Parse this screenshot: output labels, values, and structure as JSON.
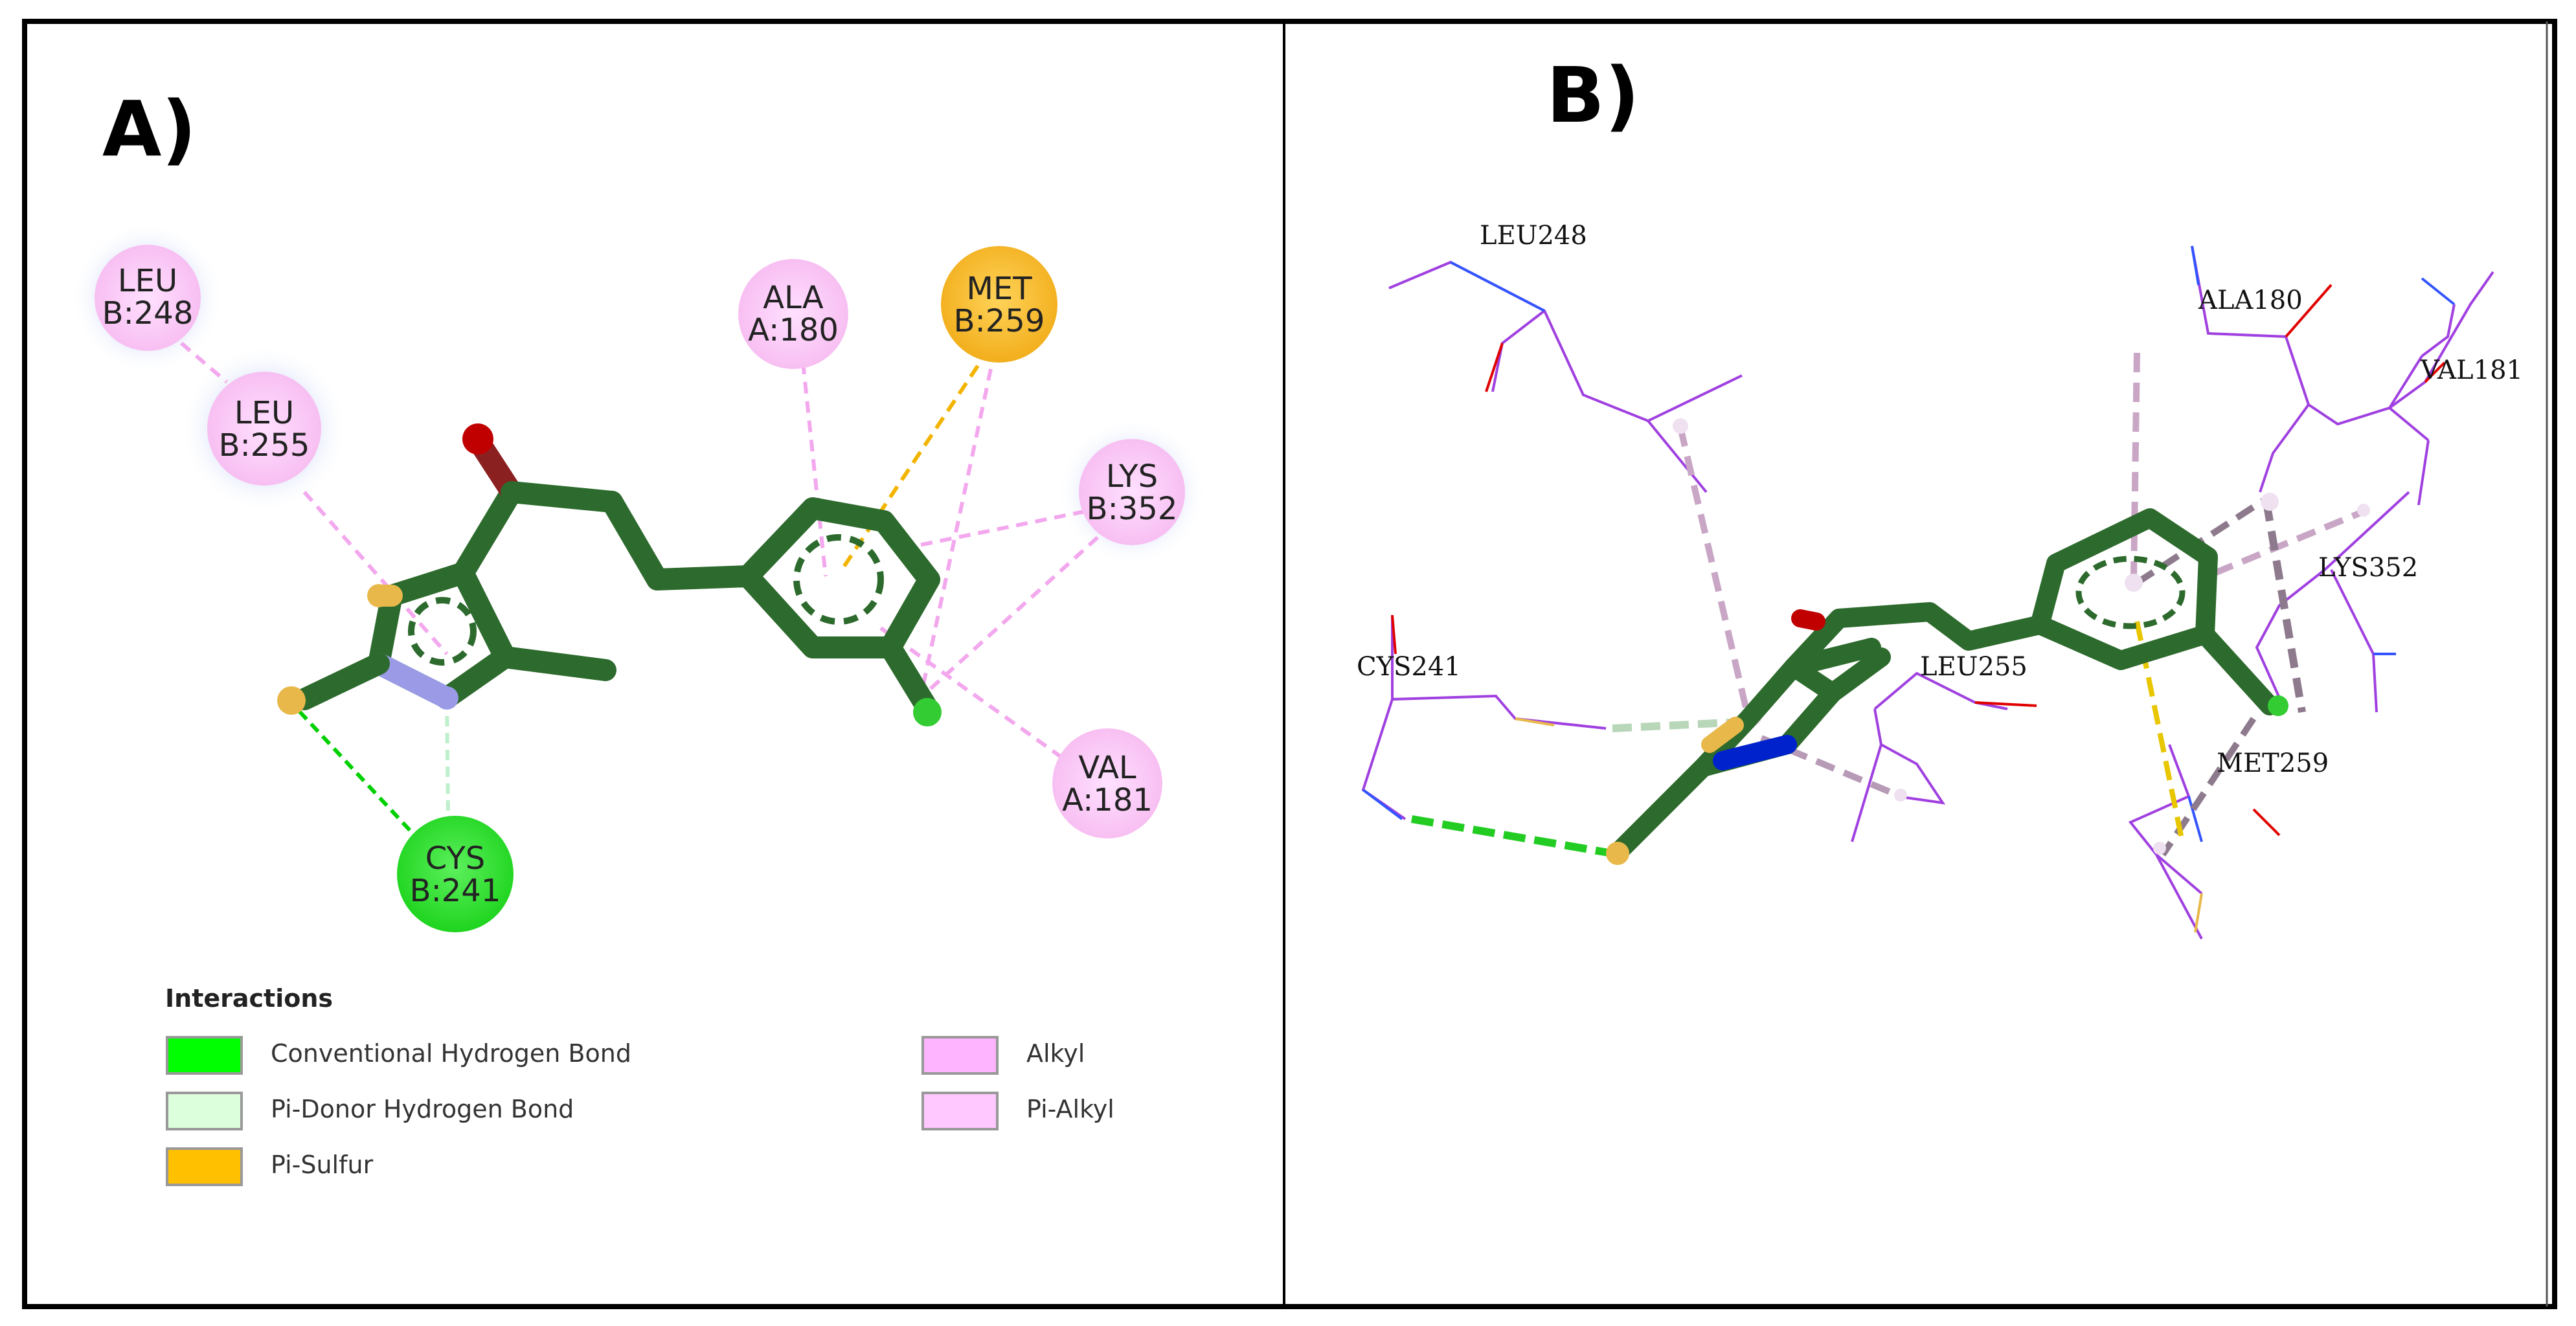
{
  "panel_a": {
    "label": "A)",
    "residues": [
      {
        "id": "leu248",
        "line1": "LEU",
        "line2": "B:248",
        "type": "alkyl"
      },
      {
        "id": "leu255",
        "line1": "LEU",
        "line2": "B:255",
        "type": "alkyl"
      },
      {
        "id": "ala180",
        "line1": "ALA",
        "line2": "A:180",
        "type": "alkyl"
      },
      {
        "id": "met259",
        "line1": "MET",
        "line2": "B:259",
        "type": "pi-sulfur"
      },
      {
        "id": "lys352",
        "line1": "LYS",
        "line2": "B:352",
        "type": "alkyl"
      },
      {
        "id": "val181",
        "line1": "VAL",
        "line2": "A:181",
        "type": "alkyl"
      },
      {
        "id": "cys241",
        "line1": "CYS",
        "line2": "B:241",
        "type": "hbond"
      }
    ],
    "legend": {
      "title": "Interactions",
      "items": [
        {
          "label": "Conventional Hydrogen Bond",
          "color": "#00ff00"
        },
        {
          "label": "Pi-Donor Hydrogen Bond",
          "color": "#dcffdc"
        },
        {
          "label": "Pi-Sulfur",
          "color": "#ffc000"
        },
        {
          "label": "Alkyl",
          "color": "#ffb4ff"
        },
        {
          "label": "Pi-Alkyl",
          "color": "#ffc8ff"
        }
      ]
    }
  },
  "panel_b": {
    "label": "B)",
    "residue_labels": [
      "LEU248",
      "ALA180",
      "VAL181",
      "LYS352",
      "CYS241",
      "LEU255",
      "MET259"
    ]
  },
  "colors": {
    "ligand": "#2d6a2d",
    "oxygen": "#e00000",
    "sulfur": "#e8b84a",
    "nitrogen": "#8888dd",
    "chlorine": "#33cc33",
    "residue_wire": "#a040e0"
  }
}
